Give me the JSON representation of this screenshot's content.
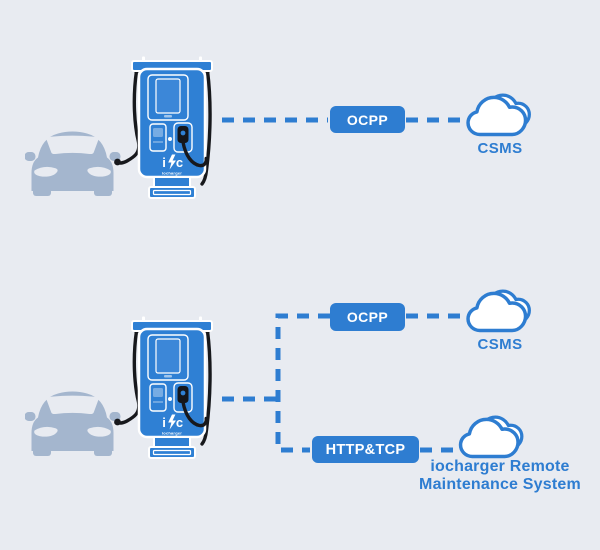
{
  "top_section": {
    "protocol_badge": "OCPP",
    "cloud_label": "CSMS"
  },
  "bottom_section": {
    "ocpp_badge": "OCPP",
    "csms_label": "CSMS",
    "http_badge": "HTTP&TCP",
    "rms_label_line1": "iocharger Remote",
    "rms_label_line2": "Maintenance System"
  },
  "charger": {
    "logo_i": "i",
    "logo_c": "c",
    "logo_wordmark": "iocharger"
  },
  "colors": {
    "background": "#e8ebf1",
    "accent_blue": "#2e7dd1",
    "charger_blue": "#2f80d4",
    "car_gray_blue": "#a4b6ce",
    "cable_black": "#17181c",
    "cloud_fill": "#ffffff",
    "badge_text": "#ffffff"
  },
  "icons": {
    "cloud": "cloud-icon",
    "car": "electric-car-icon",
    "charger": "ev-charging-station-icon"
  }
}
